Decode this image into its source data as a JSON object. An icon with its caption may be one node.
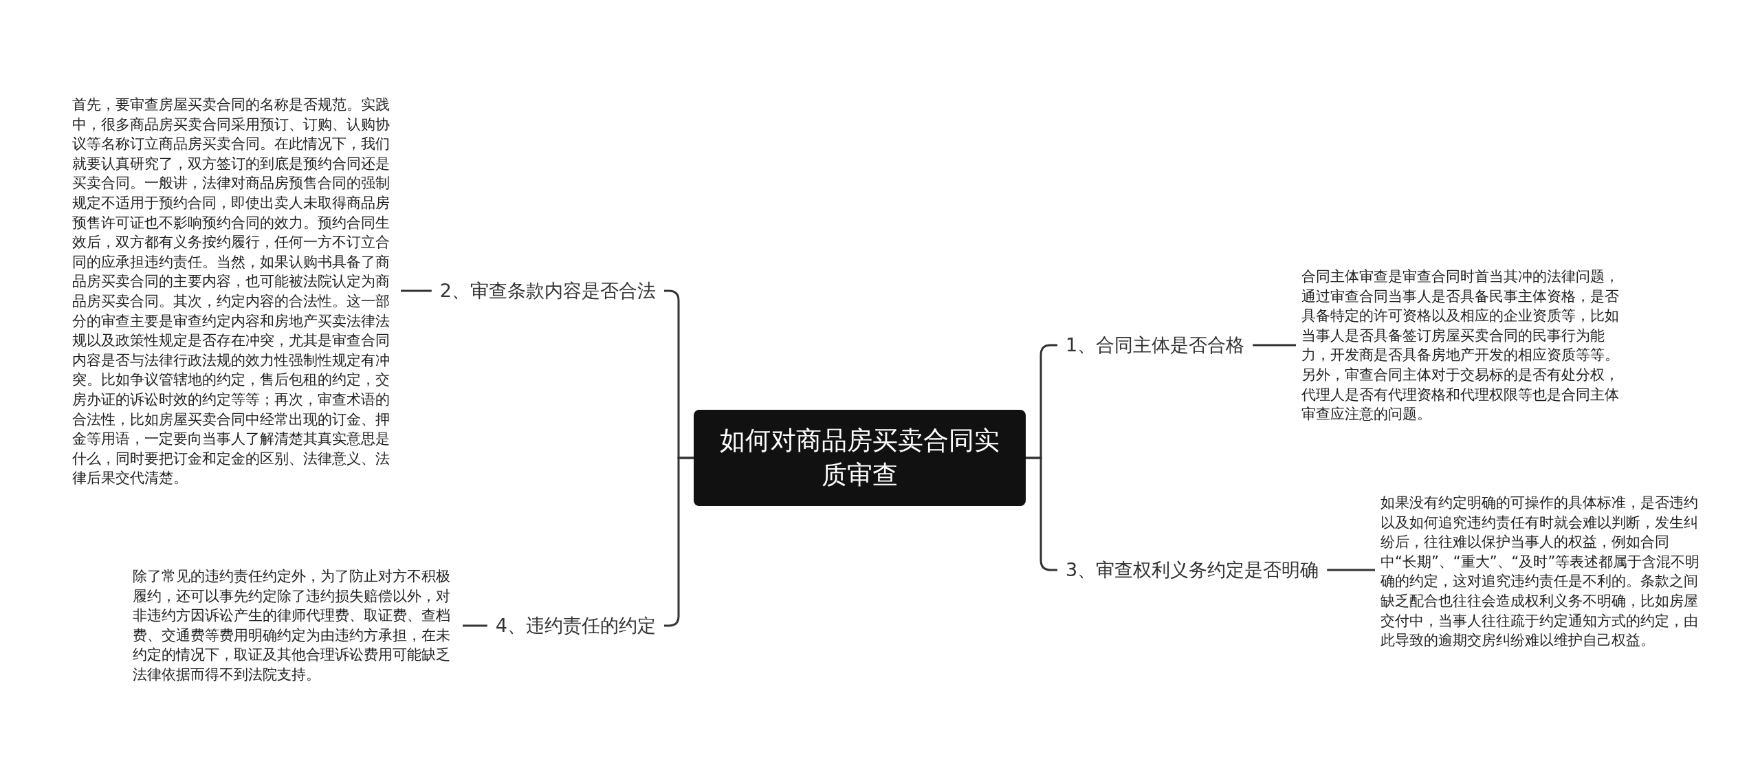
{
  "diagram": {
    "nodes": [
      {
        "text": [
          "如何对商品房买卖合同实质审查"
        ]
      },
      {
        "text": [
          "1、合同主体是否合格"
        ]
      },
      {
        "text": [
          "合同主体审查是审查合同时首当其冲的法律问题，通过审查合同当事人是否具备民事主体资格，是否具备特定的许可资格以及相应的企业资质等，比如当事人是否具备签订房屋买卖合同的民事行为能力，开发商是否具备房地产开发的相应资质等等。另外，审查合同主体对于交易标的是否有处分权，代理人是否有代理资格和代理权限等也是合同主体审查应注意的问题。"
        ]
      },
      {
        "text": [
          "2、审查条款内容是否合法"
        ]
      },
      {
        "text": [
          "首先，要审查房屋买卖合同的名称是否规范。实践中，很多商品房买卖合同采用预订、订购、认购协议等名称订立商品房买卖合同。在此情况下，我们就要认真研究了，双方签订的到底是预约合同还是买卖合同。一般讲，法律对商品房预售合同的强制规定不适用于预约合同，即使出卖人未取得商品房预售许可证也不影响预约合同的效力。预约合同生效后，双方都有义务按约履行，任何一方不订立合同的应承担违约责任。当然，如果认购书具备了商品房买卖合同的主要内容，也可能被法院认定为商品房买卖合同。其次，约定内容的合法性。这一部分的审查主要是审查约定内容和房地产买卖法律法规以及政策性规定是否存在冲突，尤其是审查合同内容是否与法律行政法规的效力性强制性规定有冲突。比如争议管辖地的约定，售后包租的约定，交房办证的诉讼时效的约定等等；再次，审查术语的合法性，比如房屋买卖合同中经常出现的订金、押金等用语，一定要向当事人了解清楚其真实意思是什么，同时要把订金和定金的区别、法律意义、法律后果交代清楚。"
        ]
      },
      {
        "text": [
          "3、审查权利义务约定是否明确"
        ]
      },
      {
        "text": [
          "如果没有约定明确的可操作的具体标准，是否违约以及如何追究违约责任有时就会难以判断，发生纠纷后，往往难以保护当事人的权益，例如合同中“长期”、“重大”、“及时”等表述都属于含混不明确的约定，这对追究违约责任是不利的。条款之间缺乏配合也往往会造成权利义务不明确，比如房屋交付中，当事人往往疏于约定通知方式的约定，由此导致的逾期交房纠纷难以维护自己权益。"
        ]
      },
      {
        "text": [
          "4、违约责任的约定"
        ]
      },
      {
        "text": [
          "除了常见的违约责任约定外，为了防止对方不积极履约，还可以事先约定除了违约损失赔偿以外，对非违约方因诉讼产生的律师代理费、取证费、查档费、交通费等费用明确约定为由违约方承担，在未约定的情况下，取证及其他合理诉讼费用可能缺乏法律依据而得不到法院支持。"
        ]
      }
    ],
    "edges": [
      {
        "from": 0,
        "to": 1,
        "arrow": "none"
      },
      {
        "from": 1,
        "to": 2,
        "arrow": "none"
      },
      {
        "from": 0,
        "to": 3,
        "arrow": "none"
      },
      {
        "from": 3,
        "to": 4,
        "arrow": "none"
      },
      {
        "from": 0,
        "to": 5,
        "arrow": "none"
      },
      {
        "from": 5,
        "to": 6,
        "arrow": "none"
      },
      {
        "from": 0,
        "to": 7,
        "arrow": "none"
      },
      {
        "from": 7,
        "to": 8,
        "arrow": "none"
      }
    ]
  }
}
